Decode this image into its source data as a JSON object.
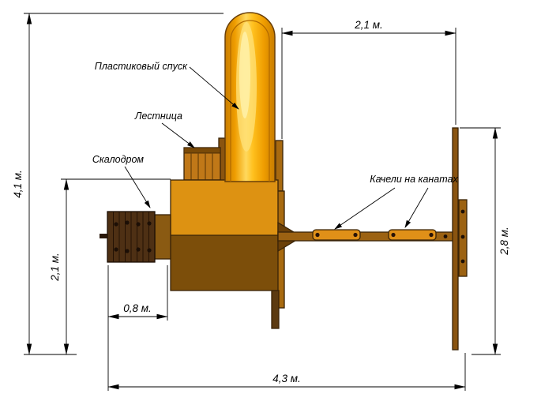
{
  "diagram": {
    "title": "playground-top-view-plan",
    "callouts": {
      "slide": "Пластиковый спуск",
      "ladder": "Лестница",
      "climbing_wall": "Скалодром",
      "swings": "Качели на канатах"
    },
    "dimensions": {
      "overall_height": "4,1 м.",
      "top_span": "2,1 м.",
      "swing_frame_height": "2,8 м.",
      "left_inner_height": "2,1 м.",
      "climbing_wall_width": "0,8 м.",
      "overall_width": "4,3 м."
    },
    "colors": {
      "slide_orange": "#ef9d00",
      "slide_highlight": "#ffe27a",
      "platform_top": "#dd9212",
      "platform_bottom": "#7c4e0a",
      "wood": "#9c6212",
      "seat_orange": "#e09018",
      "dark_wood": "#4e3014",
      "outline": "#3a2408"
    }
  }
}
